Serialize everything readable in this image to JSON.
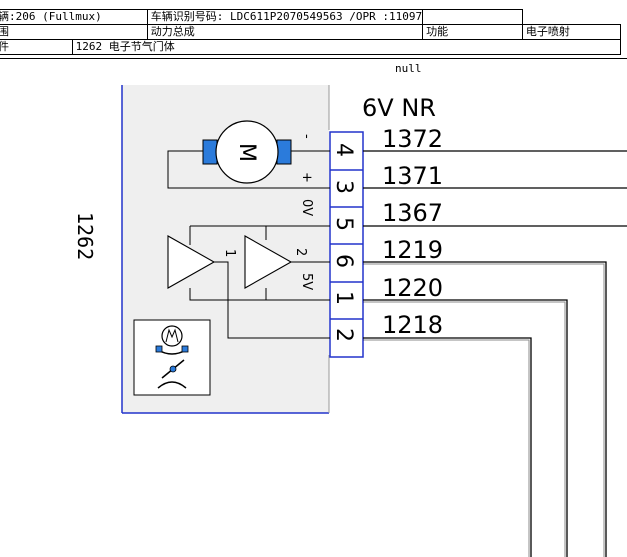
{
  "header": {
    "row1": {
      "c1": "辆:206 (Fullmux)",
      "c2": "车辆识别号码: LDC611P2070549563 /OPR :11097",
      "c3": ""
    },
    "row2": {
      "c1": "围",
      "c2": "动力总成",
      "c3": "功能",
      "c4": "电子喷射"
    },
    "row3": {
      "c1": "件",
      "c2": "1262 电子节气门体"
    }
  },
  "diagram": {
    "null_label": "null",
    "connector_label": "6V  NR",
    "component_code": "1262",
    "pins": [
      {
        "pin": "4",
        "wire": "1372",
        "inner": "-"
      },
      {
        "pin": "3",
        "wire": "1371",
        "inner": "+"
      },
      {
        "pin": "5",
        "wire": "1367",
        "inner": "0V"
      },
      {
        "pin": "6",
        "wire": "1219",
        "inner": "2"
      },
      {
        "pin": "1",
        "wire": "1220",
        "inner": "5V"
      },
      {
        "pin": "2",
        "wire": "1218",
        "inner": ""
      }
    ],
    "sensor1_label": "1",
    "motor_label": "M"
  }
}
